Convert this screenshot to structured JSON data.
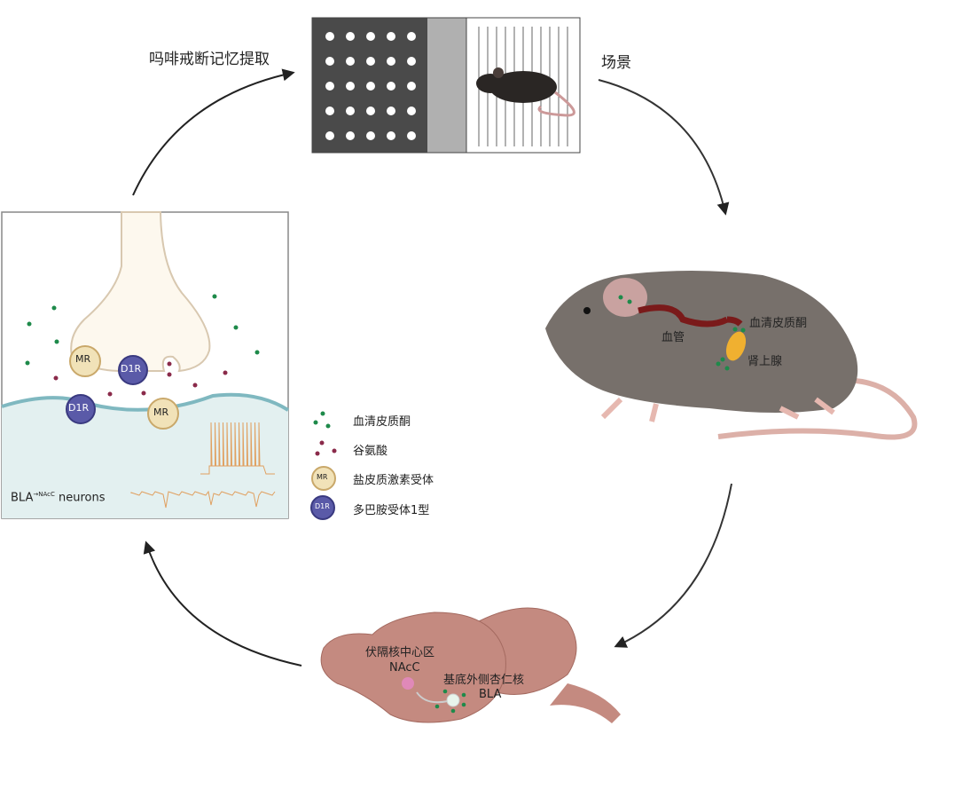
{
  "labels": {
    "memory_retrieval": "吗啡戒断记忆提取",
    "context": "场景",
    "blood_vessel": "血管",
    "corticosterone_mouse": "血清皮质酮",
    "adrenal_gland": "肾上腺",
    "nacc_cn": "伏隔核中心区",
    "nacc": "NAcC",
    "bla_cn": "基底外侧杏仁核",
    "bla": "BLA",
    "neurons_main": "BLA",
    "neurons_sup": "→NAcC",
    "neurons_suffix": " neurons",
    "receptor_mr": "MR",
    "receptor_d1r": "D1R"
  },
  "legend": [
    {
      "icon": "green-dots-icon",
      "label": "血清皮质酮",
      "color": "#1e8a4a"
    },
    {
      "icon": "purple-dots-icon",
      "label": "谷氨酸",
      "color": "#8a2a4a"
    },
    {
      "icon": "MR",
      "label": "盐皮质激素受体",
      "color": "#f1e2b8"
    },
    {
      "icon": "D1R",
      "label": "多巴胺受体1型",
      "color": "#5a5aa8"
    }
  ],
  "colors": {
    "arrow": "#222222",
    "panel_border": "#888888",
    "postsynaptic": "#e3f0f0",
    "membrane": "#7fb8c0",
    "trace": "#e0a060",
    "mouse": "#77706b",
    "brain": "#c48a80"
  }
}
